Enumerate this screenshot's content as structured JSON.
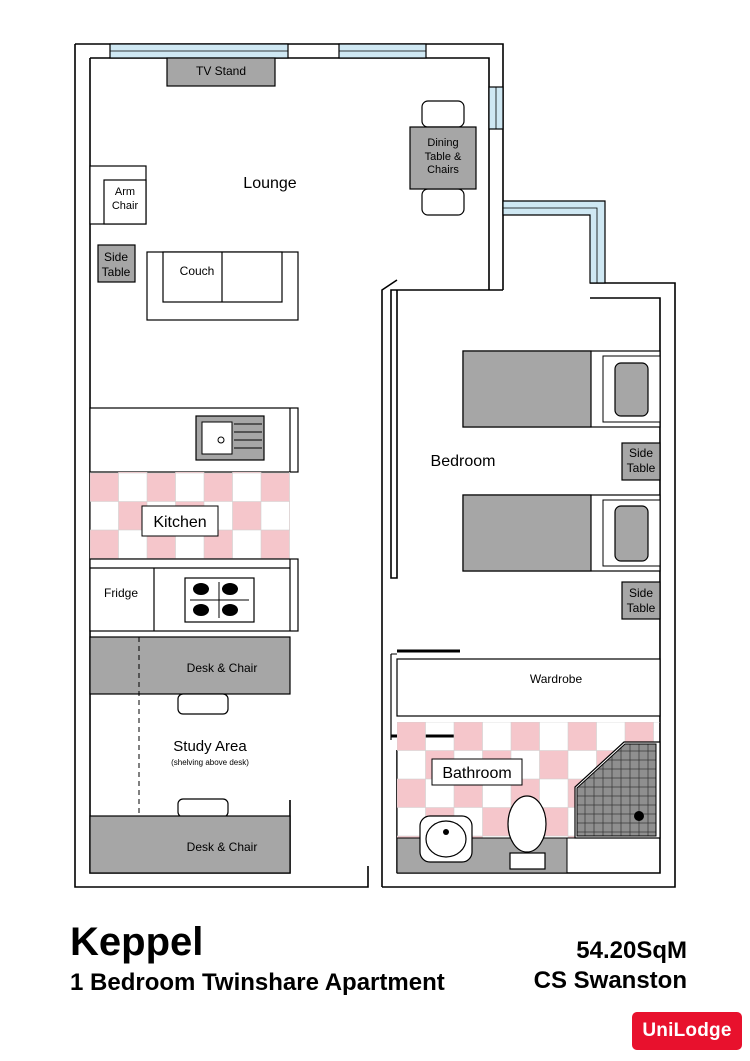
{
  "plan": {
    "title": "Keppel",
    "subtitle": "1 Bedroom Twinshare Apartment",
    "area": "54.20SqM",
    "building": "CS Swanston",
    "brand_prefix": "Uni",
    "brand_suffix": "Lodge"
  },
  "labels": {
    "tv_stand": "TV Stand",
    "dining_1": "Dining",
    "dining_2": "Table &",
    "dining_3": "Chairs",
    "arm_1": "Arm",
    "arm_2": "Chair",
    "lounge": "Lounge",
    "side_table_1": "Side",
    "side_table_2": "Table",
    "couch": "Couch",
    "bedroom": "Bedroom",
    "kitchen": "Kitchen",
    "fridge": "Fridge",
    "desk_chair": "Desk & Chair",
    "study_area": "Study Area",
    "study_note": "(shelving above desk)",
    "wardrobe": "Wardrobe",
    "bathroom": "Bathroom"
  },
  "colors": {
    "wall": "#000000",
    "furniture": "#a6a6a6",
    "window": "#cfe8f3",
    "tile_pink": "#f5c6cb",
    "brand": "#e8112d"
  }
}
